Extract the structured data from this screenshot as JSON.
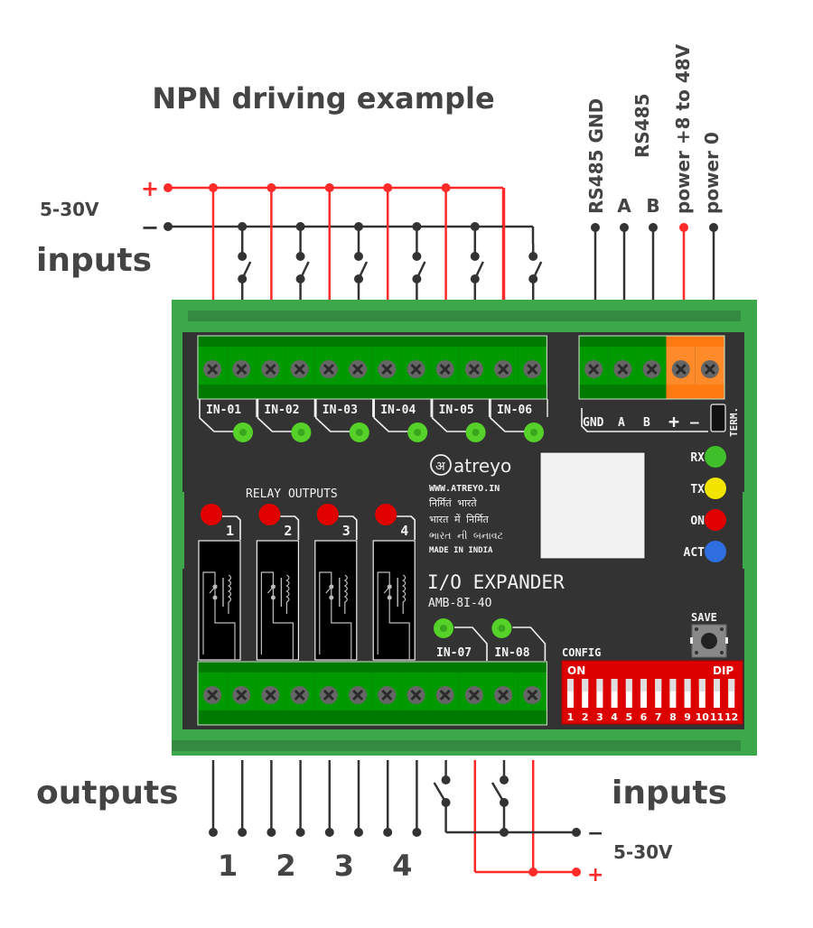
{
  "title": "NPN driving example",
  "top_inputs": {
    "voltage_label": "5-30V",
    "section_label": "inputs",
    "plus_sign": "+",
    "minus_sign": "−"
  },
  "bus_labels": {
    "rs485_gnd": "RS485 GND",
    "rs485": "RS485",
    "a": "A",
    "b": "B",
    "power_plus": "power +8 to 48V",
    "power_zero": "power 0"
  },
  "module": {
    "input_channels": [
      "IN-01",
      "IN-02",
      "IN-03",
      "IN-04",
      "IN-05",
      "IN-06"
    ],
    "lower_input_channels": [
      "IN-07",
      "IN-08"
    ],
    "bus_terminal_labels": [
      "GND",
      "A",
      "B",
      "+",
      "—"
    ],
    "term_label": "TERM.",
    "status_leds": [
      {
        "label": "RX",
        "color": "#3fbf2a"
      },
      {
        "label": "TX",
        "color": "#f2e600"
      },
      {
        "label": "ON",
        "color": "#e00000"
      },
      {
        "label": "ACT",
        "color": "#2f6fe0"
      }
    ],
    "brand": "atreyo",
    "website": "WWW.ATREYO.IN",
    "tagline_sanskrit": "निर्मितं भारते",
    "tagline_hindi": "भारत में निर्मित",
    "tagline_gujarati": "ભારત ની બનાવટ",
    "made_in": "MADE IN INDIA",
    "product_name": "I/O EXPANDER",
    "model": "AMB-8I-4O",
    "relay_header": "RELAY OUTPUTS",
    "relays": [
      "1",
      "2",
      "3",
      "4"
    ],
    "save_label": "SAVE",
    "config_label": "CONFIG",
    "dip": {
      "on_label": "ON",
      "dip_label": "DIP",
      "switches": [
        "1",
        "2",
        "3",
        "4",
        "5",
        "6",
        "7",
        "8",
        "9",
        "10",
        "11",
        "12"
      ]
    }
  },
  "bottom": {
    "outputs_label": "outputs",
    "output_numbers": [
      "1",
      "2",
      "3",
      "4"
    ],
    "inputs_label": "inputs",
    "voltage_label": "5-30V",
    "plus_sign": "+",
    "minus_sign": "−"
  },
  "colors": {
    "wire_positive": "#ff2a2a",
    "wire_negative": "#333333",
    "enclosure_green": "#3da84a",
    "terminal_green": "#009a00",
    "terminal_orange": "#ff8a2a",
    "pcb": "#333333",
    "dip_red": "#dd0000",
    "input_led": "#56d12a"
  }
}
